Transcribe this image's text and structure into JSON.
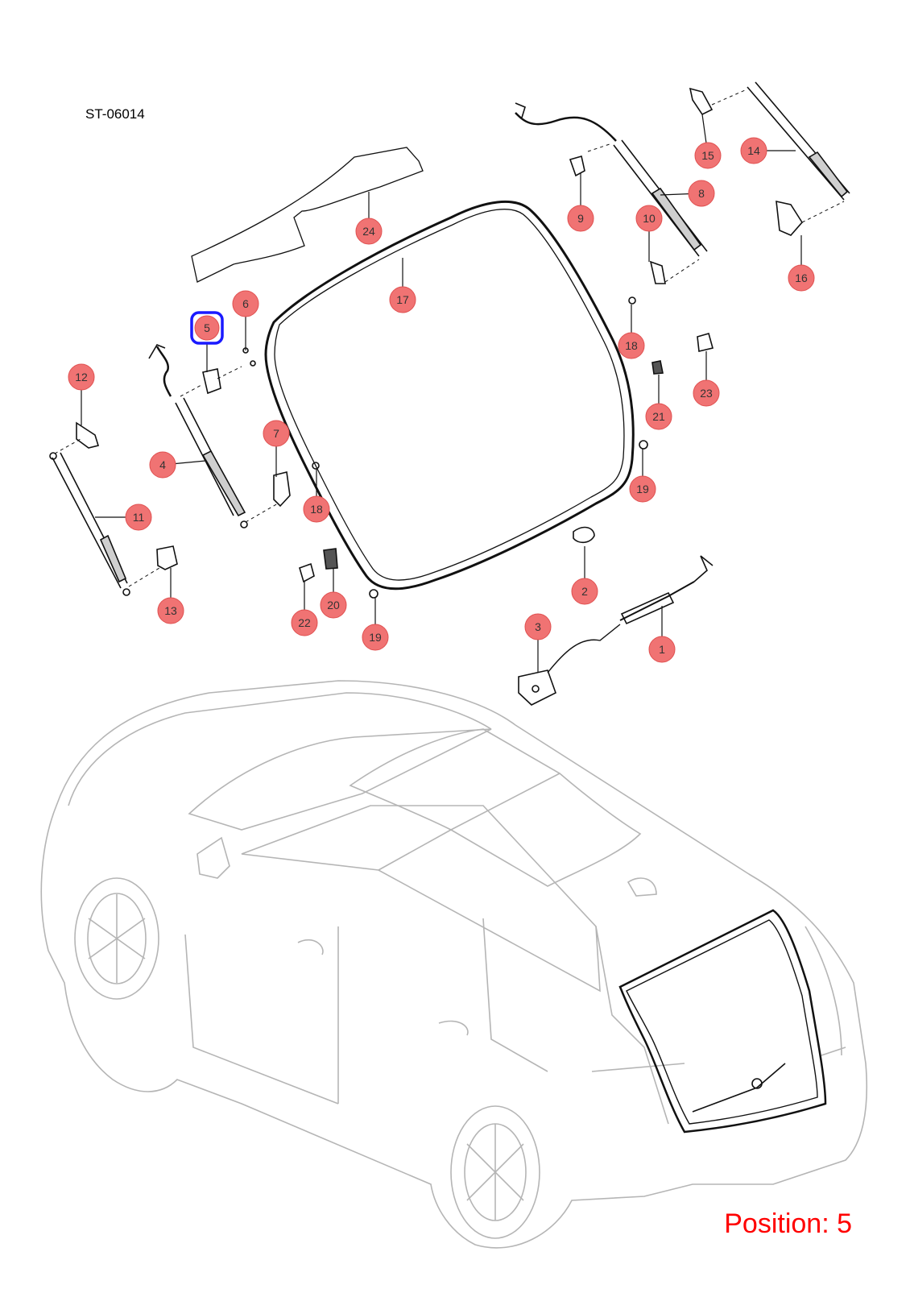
{
  "diagram": {
    "reference_code": "ST-06014",
    "position_label": "Position: 5",
    "selected_callout": "5",
    "callouts": [
      "1",
      "2",
      "3",
      "4",
      "5",
      "6",
      "7",
      "8",
      "9",
      "10",
      "11",
      "12",
      "13",
      "14",
      "15",
      "16",
      "17",
      "18",
      "18",
      "19",
      "19",
      "20",
      "21",
      "22",
      "23",
      "24"
    ],
    "colors": {
      "callout_fill": "#f07373",
      "callout_stroke": "#e05050",
      "selected_stroke": "#1a1aff",
      "car_outline": "#b5b5b5",
      "part_line": "#111111",
      "position_text": "#ff0000"
    }
  }
}
